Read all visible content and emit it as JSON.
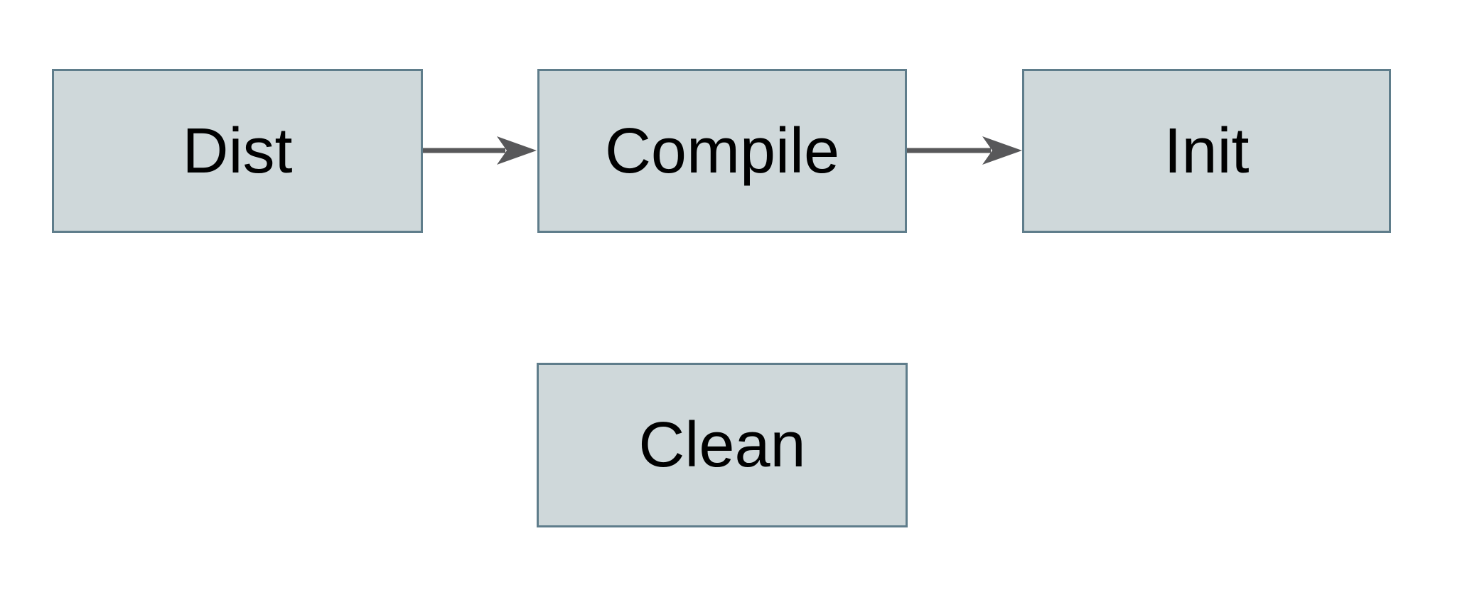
{
  "diagram": {
    "type": "flowchart",
    "nodes": [
      {
        "id": "dist",
        "label": "Dist"
      },
      {
        "id": "compile",
        "label": "Compile"
      },
      {
        "id": "init",
        "label": "Init"
      },
      {
        "id": "clean",
        "label": "Clean"
      }
    ],
    "edges": [
      {
        "from": "dist",
        "to": "compile",
        "style": "solid-arrow"
      },
      {
        "from": "compile",
        "to": "init",
        "style": "solid-arrow"
      }
    ],
    "colors": {
      "node_fill": "#cfd8da",
      "node_border": "#5f7d8b",
      "arrow": "#58585a",
      "text": "#000000",
      "background": "#ffffff"
    }
  }
}
